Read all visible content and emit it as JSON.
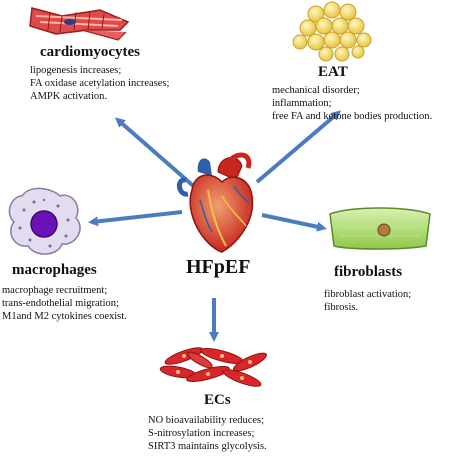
{
  "center": {
    "label": "HFpEF",
    "icon": "heart-icon"
  },
  "nodes": {
    "cardiomyocytes": {
      "title": "cardiomyocytes",
      "lines": [
        "lipogenesis increases;",
        "FA oxidase acetylation increases;",
        "AMPK activation."
      ],
      "icon": "cardiomyocyte-icon"
    },
    "eat": {
      "title": "EAT",
      "lines": [
        "mechanical disorder;",
        "inflammation;",
        "free FA and ketone bodies production."
      ],
      "icon": "fat-cells-icon"
    },
    "macrophages": {
      "title": "macrophages",
      "lines": [
        "macrophage recruitment;",
        "trans-endothelial migration;",
        "M1and M2 cytokines coexist."
      ],
      "icon": "macrophage-icon"
    },
    "fibroblasts": {
      "title": "fibroblasts",
      "lines": [
        "fibroblast activation;",
        "fibrosis."
      ],
      "icon": "fibroblast-icon"
    },
    "ecs": {
      "title": "ECs",
      "lines": [
        "NO bioavailability reduces;",
        "S-nitrosylation increases;",
        "SIRT3 maintains glycolysis."
      ],
      "icon": "endothelial-cells-icon"
    }
  },
  "colors": {
    "arrow": "#4a7dbf",
    "heart": "#c8261e",
    "vessel": "#2e5fa8"
  }
}
